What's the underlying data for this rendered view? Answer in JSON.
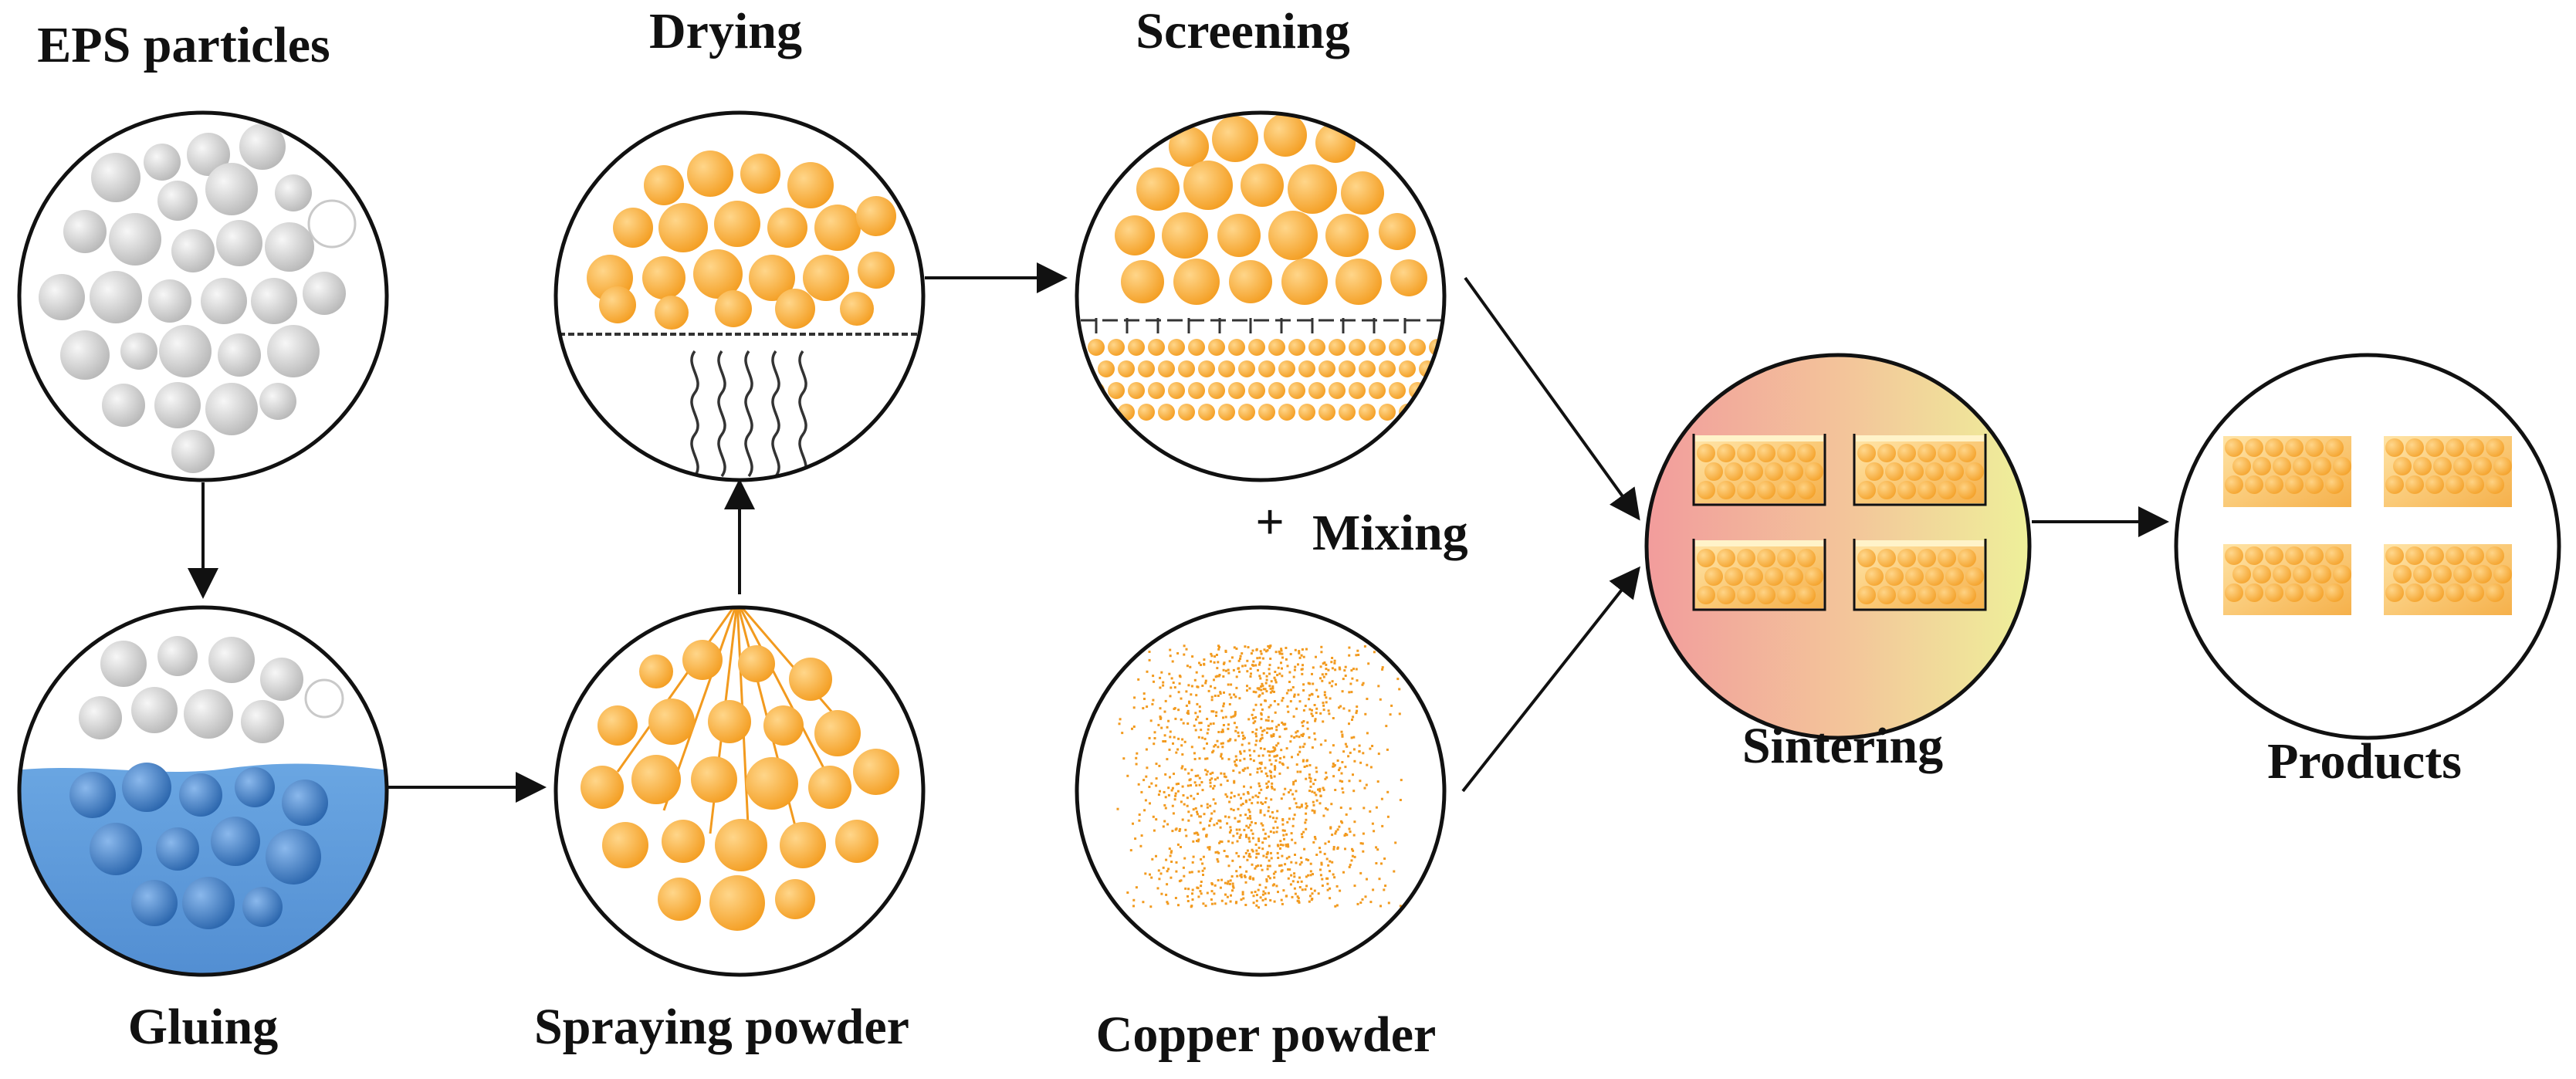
{
  "labels": {
    "eps": "EPS particles",
    "gluing": "Gluing",
    "spraying": "Spraying powder",
    "drying": "Drying",
    "screening": "Screening",
    "mixing_plus": "+",
    "mixing": "Mixing",
    "copper": "Copper powder",
    "sintering": "Sintering",
    "products": "Products"
  },
  "colors": {
    "eps_gray": "#bdbdbd",
    "water_blue": "#5f9bd8",
    "water_blue_dark": "#2f6fb7",
    "orange": "#f5a623",
    "orange_light": "#ffd27a",
    "sinter_pink": "#f2a2a2",
    "sinter_yellow": "#f2ef9a",
    "outline": "#111111"
  },
  "icons": {
    "arrow": "arrow-right-icon",
    "steam": "steam-waves-icon",
    "spray": "spray-nozzle-icon",
    "sieve": "sieve-mesh-icon"
  }
}
